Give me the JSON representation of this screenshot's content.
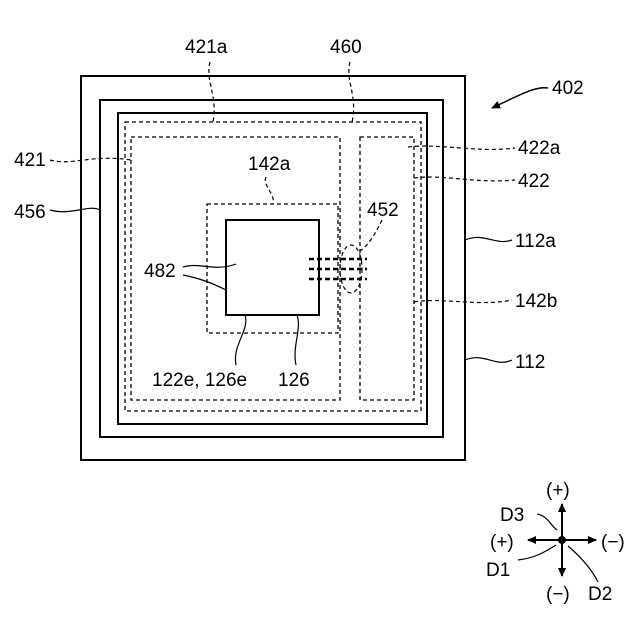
{
  "figure": {
    "ref_402": "402",
    "labels": {
      "l421a": "421a",
      "l460": "460",
      "l421": "421",
      "l422a": "422a",
      "l422": "422",
      "l142a": "142a",
      "l456": "456",
      "l452": "452",
      "l112a": "112a",
      "l482": "482",
      "l142b": "142b",
      "l112": "112",
      "l122e126e": "122e, 126e",
      "l126": "126"
    }
  },
  "axes": {
    "d3": "D3",
    "d1": "D1",
    "d2": "D2",
    "plus_top": "(+)",
    "plus_left": "(+)",
    "minus_right": "(−)",
    "minus_bottom": "(−)"
  }
}
